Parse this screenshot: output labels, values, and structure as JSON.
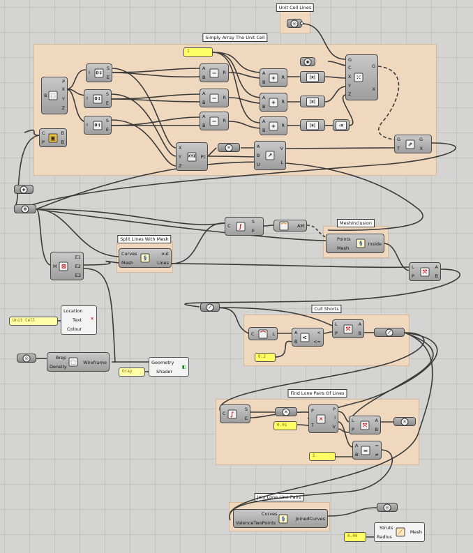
{
  "groups": {
    "unit_cell_lines": "Unit Cell Lines",
    "simply_array": "Simply Array The Unit Cell",
    "split_lines": "Split Lines With Mesh",
    "mesh_inclusion": "MeshInclusion",
    "cull_shorts": "Cull Shorts",
    "find_lone_pairs": "Find Lone Pairs Of Lines",
    "join_lone_pairs": "Join Lone Line Pairs"
  },
  "panels": {
    "count": "1",
    "tag_text": "Unit Cell",
    "cull_value": "0.2",
    "tol_value": "0.01",
    "equal_value": "1",
    "colour": "Gray",
    "radius": "0.06"
  },
  "pins": {
    "box_in": "B",
    "box_p": "P",
    "box_x": "X",
    "box_y": "Y",
    "box_z": "Z",
    "bb_c": "C",
    "bb_p": "P",
    "bb_b1": "B",
    "bb_b2": "B",
    "s_i": "I",
    "s_s": "S",
    "s_e": "E",
    "a": "A",
    "b": "B",
    "r": "R",
    "minus": "−",
    "plus": "+",
    "abs": "|x|",
    "neg": "-x",
    "pt_x": "X",
    "pt_y": "Y",
    "pt_z": "Z",
    "pt_pt": "Pt",
    "v_a": "A",
    "v_b": "B",
    "v_u": "U",
    "v_v": "V",
    "v_l": "L",
    "arr_g": "G",
    "arr_c": "C",
    "arr_x": "X",
    "arr_y": "Y",
    "arr_z": "Z",
    "arr_out_g": "G",
    "arr_out_x": "X",
    "mv_g": "G",
    "mv_t": "T",
    "mv_out_g": "G",
    "mv_out_x": "X",
    "deb_m": "M",
    "deb_e1": "E1",
    "deb_e2": "E2",
    "deb_e3": "E3",
    "split_curves": "Curves",
    "split_mesh": "Mesh",
    "split_out": "out",
    "split_lines": "Lines",
    "len_c": "C",
    "len_s": "S",
    "len_e": "E",
    "am": "AM",
    "mi_points": "Points",
    "mi_mesh": "Mesh",
    "mi_inside": "Inside",
    "dis_l": "L",
    "dis_p": "P",
    "dis_a": "A",
    "dis_b": "B",
    "cs_c": "C",
    "cs_l": "L",
    "cs_a": "A",
    "cs_b": "B",
    "cs_lt": "<",
    "cs_le": "<=",
    "tag_location": "Location",
    "tag_text": "Text",
    "tag_colour": "Colour",
    "wf_brep": "Brep",
    "wf_density": "Density",
    "wf_out": "Wireframe",
    "sh_geometry": "Geometry",
    "sh_shader": "Shader",
    "cp_p": "P",
    "cp_t": "T",
    "cp_i": "I",
    "cp_v": "V",
    "cp_p2": "P",
    "eq_a": "A",
    "eq_b": "B",
    "eq_eq": "=",
    "eq_neq": "≠",
    "jc_curves": "Curves",
    "jc_valence": "ValenceTwoPoints",
    "jc_out": "JoinedCurves",
    "st_struts": "Struts",
    "st_radius": "Radius",
    "st_mesh": "Mesh"
  },
  "colors": {
    "group_fill": "#efd8bd",
    "panel_fill": "#ffff66",
    "wire": "#3a3a3a",
    "canvas": "#d4d4d2"
  }
}
